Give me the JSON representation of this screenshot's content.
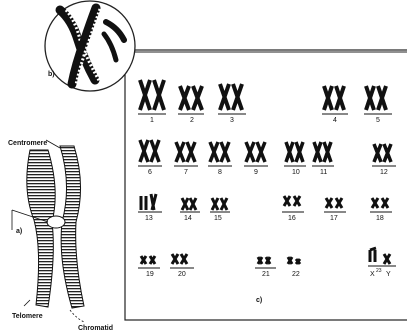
{
  "labels": {
    "panel_a": "a)",
    "panel_b": "b)",
    "panel_c": "c)",
    "centromere": "Centromere",
    "telomere": "Telomere",
    "chromatid": "Chromatid"
  },
  "karyotype": {
    "row1": [
      "1",
      "2",
      "3",
      "4",
      "5"
    ],
    "row2": [
      "6",
      "7",
      "8",
      "9",
      "10",
      "11",
      "12"
    ],
    "row3": [
      "13",
      "14",
      "15",
      "16",
      "17",
      "18"
    ],
    "row4": [
      "19",
      "20",
      "21",
      "22"
    ],
    "sex_label": "X",
    "sex_superscript": "23",
    "sex_label2": "Y"
  }
}
